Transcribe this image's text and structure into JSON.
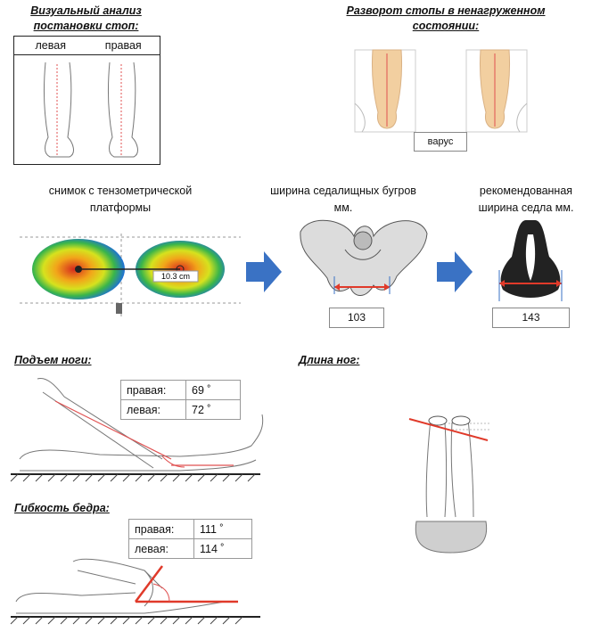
{
  "feet_visual": {
    "title_line1": "Визуальный анализ",
    "title_line2": "постановки стоп:",
    "col_left": "левая",
    "col_right": "правая"
  },
  "foot_unloaded": {
    "title_line1": "Разворот стопы в ненагруженном",
    "title_line2": "состоянии:",
    "result": "варус"
  },
  "pressure_map": {
    "label_line1": "снимок с тензометрической",
    "label_line2": "платформы",
    "distance_label": "10.3 cm"
  },
  "sit_bones": {
    "label_line1": "ширина седалищных бугров",
    "label_line2": "мм.",
    "value": "103"
  },
  "saddle": {
    "label_line1": "рекомендованная",
    "label_line2": "ширина седла мм.",
    "value": "143"
  },
  "leg_raise": {
    "title": "Подъем ноги:",
    "rows": [
      {
        "side": "правая:",
        "value": "69",
        "unit": "˚"
      },
      {
        "side": "левая:",
        "value": "72",
        "unit": "˚"
      }
    ]
  },
  "leg_length": {
    "title": "Длина ног:"
  },
  "hip_flex": {
    "title": "Гибкость бедра:",
    "rows": [
      {
        "side": "правая:",
        "value": "111",
        "unit": "˚"
      },
      {
        "side": "левая:",
        "value": "114",
        "unit": "˚"
      }
    ]
  },
  "colors": {
    "accent_red": "#e03a2a",
    "arrow_blue": "#3a72c4",
    "skin": "#f2cfa0"
  }
}
